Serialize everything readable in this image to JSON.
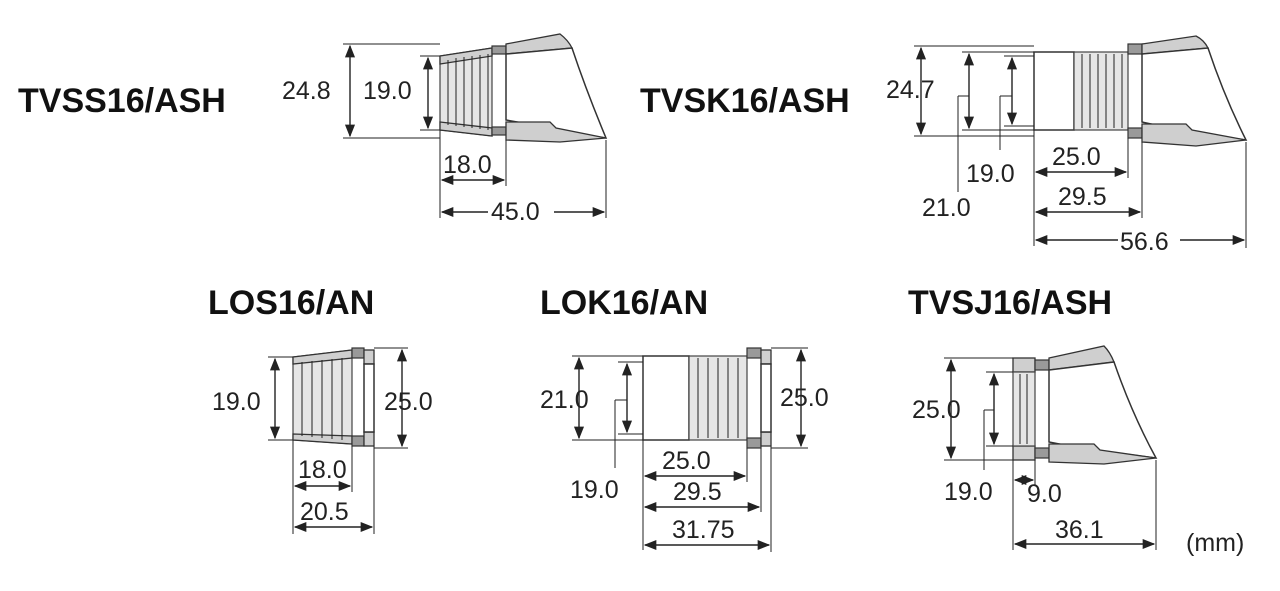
{
  "unit_label": "(mm)",
  "parts": {
    "tvss": {
      "name": "TVSS16/ASH",
      "d_outer": "24.8",
      "d_inner": "19.0",
      "l_thread": "18.0",
      "l_total": "45.0"
    },
    "tvsk": {
      "name": "TVSK16/ASH",
      "d_outer": "24.7",
      "d_inner": "19.0",
      "d_mid": "21.0",
      "l_a": "25.0",
      "l_b": "29.5",
      "l_total": "56.6"
    },
    "los": {
      "name": "LOS16/AN",
      "d_inner": "19.0",
      "d_outer": "25.0",
      "l_thread": "18.0",
      "l_total": "20.5"
    },
    "lok": {
      "name": "LOK16/AN",
      "d_mid": "21.0",
      "d_outer": "25.0",
      "d_inner": "19.0",
      "l_a": "25.0",
      "l_b": "29.5",
      "l_total": "31.75"
    },
    "tvsj": {
      "name": "TVSJ16/ASH",
      "d_outer": "25.0",
      "d_inner": "19.0",
      "l_a": "9.0",
      "l_total": "36.1"
    }
  }
}
